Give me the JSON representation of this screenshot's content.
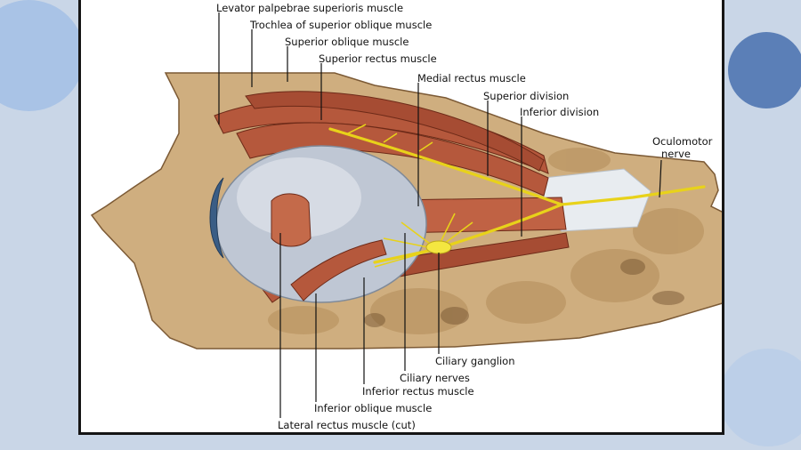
{
  "figure": {
    "labels": {
      "levator": "Levator palpebrae superioris muscle",
      "trochlea": "Trochlea of superior oblique muscle",
      "superior_oblique": "Superior oblique muscle",
      "superior_rectus": "Superior rectus muscle",
      "medial_rectus": "Medial rectus muscle",
      "superior_division": "Superior division",
      "inferior_division": "Inferior division",
      "oculomotor_line1": "Oculomotor",
      "oculomotor_line2": "nerve",
      "ciliary_ganglion": "Ciliary ganglion",
      "ciliary_nerves": "Ciliary nerves",
      "inferior_rectus": "Inferior rectus muscle",
      "inferior_oblique": "Inferior oblique muscle",
      "lateral_rectus": "Lateral rectus  muscle (cut)"
    }
  },
  "colors": {
    "background": "#c9d6e7",
    "accent_dark": "#5b7fb7",
    "accent_light": "#a9c3e6",
    "bone": "#cfae7f",
    "muscle": "#b5583c",
    "nerve": "#e8d21a",
    "eyeball": "#bfc7d4"
  }
}
